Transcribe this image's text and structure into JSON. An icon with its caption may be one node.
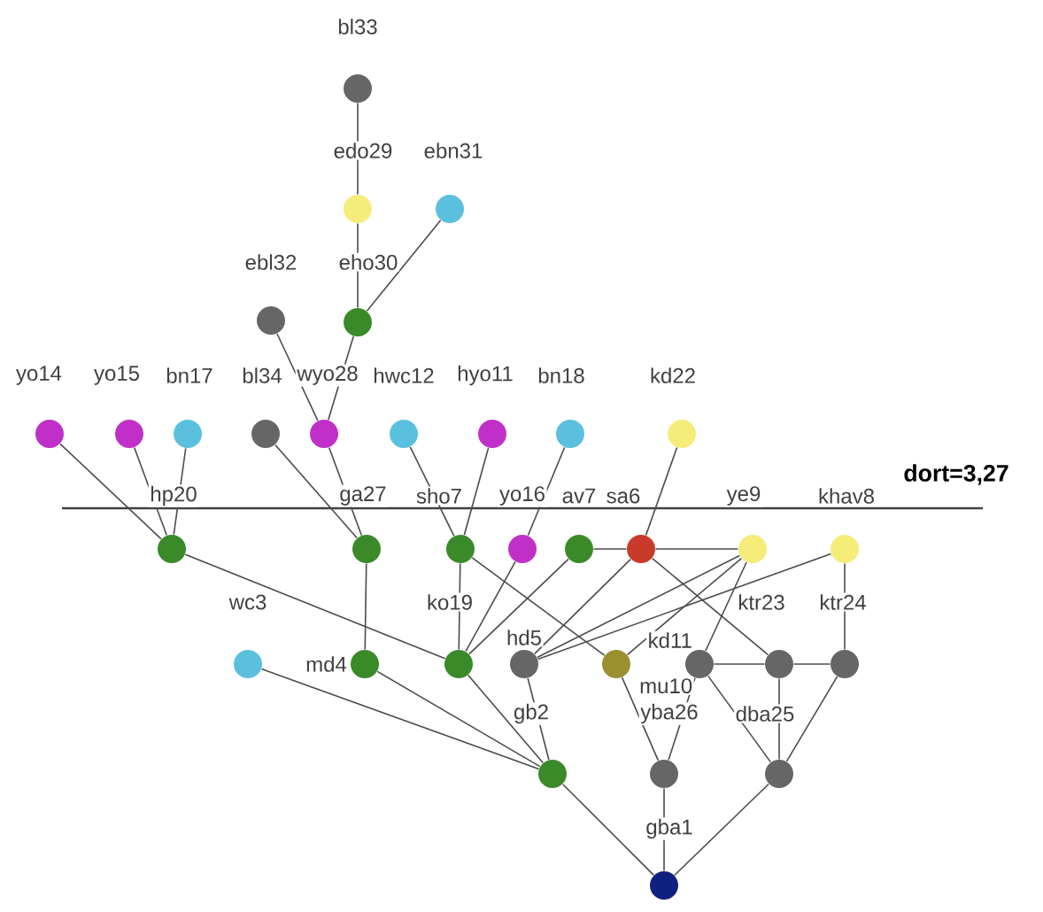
{
  "diagram": {
    "nodes": [
      {
        "text": [
          "bl33"
        ]
      },
      {
        "text": [
          "edo29"
        ]
      },
      {
        "text": [
          "ebn31"
        ]
      },
      {
        "text": [
          "ebl32"
        ]
      },
      {
        "text": [
          "eho30"
        ]
      },
      {
        "text": [
          "yo14"
        ]
      },
      {
        "text": [
          "yo15"
        ]
      },
      {
        "text": [
          "bn17"
        ]
      },
      {
        "text": [
          "bl34"
        ]
      },
      {
        "text": [
          "wyo28"
        ]
      },
      {
        "text": [
          "hwc12"
        ]
      },
      {
        "text": [
          "hyo11"
        ]
      },
      {
        "text": [
          "bn18"
        ]
      },
      {
        "text": [
          "kd22"
        ]
      },
      {
        "text": [
          "hp20"
        ]
      },
      {
        "text": [
          "ga27"
        ]
      },
      {
        "text": [
          "sho7"
        ]
      },
      {
        "text": [
          "yo16"
        ]
      },
      {
        "text": [
          "av7"
        ]
      },
      {
        "text": [
          "sa6"
        ]
      },
      {
        "text": [
          "ye9"
        ]
      },
      {
        "text": [
          "khav8"
        ]
      },
      {
        "text": [
          "wc3"
        ]
      },
      {
        "text": [
          "md4"
        ]
      },
      {
        "text": [
          "ko19"
        ]
      },
      {
        "text": [
          "hd5"
        ]
      },
      {
        "text": [
          "mu10"
        ]
      },
      {
        "text": [
          "kd11"
        ]
      },
      {
        "text": [
          "ktr23"
        ]
      },
      {
        "text": [
          "ktr24"
        ]
      },
      {
        "text": [
          "gb2"
        ]
      },
      {
        "text": [
          "yba26"
        ]
      },
      {
        "text": [
          "dba25"
        ]
      },
      {
        "text": [
          "gba1"
        ]
      }
    ],
    "edges": [
      {
        "from": 0,
        "to": 1,
        "arrow": "none"
      },
      {
        "from": 1,
        "to": 4,
        "arrow": "none"
      },
      {
        "from": 2,
        "to": 4,
        "arrow": "none"
      },
      {
        "from": 4,
        "to": 9,
        "arrow": "none"
      },
      {
        "from": 3,
        "to": 9,
        "arrow": "none"
      },
      {
        "from": 5,
        "to": 14,
        "arrow": "none"
      },
      {
        "from": 6,
        "to": 14,
        "arrow": "none"
      },
      {
        "from": 7,
        "to": 14,
        "arrow": "none"
      },
      {
        "from": 14,
        "to": 24,
        "arrow": "none"
      },
      {
        "from": 8,
        "to": 15,
        "arrow": "none"
      },
      {
        "from": 9,
        "to": 15,
        "arrow": "none"
      },
      {
        "from": 15,
        "to": 23,
        "arrow": "none"
      },
      {
        "from": 10,
        "to": 16,
        "arrow": "none"
      },
      {
        "from": 11,
        "to": 16,
        "arrow": "none"
      },
      {
        "from": 16,
        "to": 24,
        "arrow": "none"
      },
      {
        "from": 16,
        "to": 26,
        "arrow": "none"
      },
      {
        "from": 12,
        "to": 17,
        "arrow": "none"
      },
      {
        "from": 17,
        "to": 24,
        "arrow": "none"
      },
      {
        "from": 18,
        "to": 24,
        "arrow": "none"
      },
      {
        "from": 18,
        "to": 19,
        "arrow": "none"
      },
      {
        "from": 13,
        "to": 19,
        "arrow": "none"
      },
      {
        "from": 19,
        "to": 20,
        "arrow": "none"
      },
      {
        "from": 19,
        "to": 25,
        "arrow": "none"
      },
      {
        "from": 19,
        "to": 28,
        "arrow": "none"
      },
      {
        "from": 20,
        "to": 25,
        "arrow": "none"
      },
      {
        "from": 20,
        "to": 26,
        "arrow": "none"
      },
      {
        "from": 20,
        "to": 27,
        "arrow": "none"
      },
      {
        "from": 21,
        "to": 25,
        "arrow": "none"
      },
      {
        "from": 21,
        "to": 29,
        "arrow": "none"
      },
      {
        "from": 27,
        "to": 28,
        "arrow": "none"
      },
      {
        "from": 28,
        "to": 29,
        "arrow": "none"
      },
      {
        "from": 22,
        "to": 30,
        "arrow": "none"
      },
      {
        "from": 23,
        "to": 30,
        "arrow": "none"
      },
      {
        "from": 24,
        "to": 30,
        "arrow": "none"
      },
      {
        "from": 25,
        "to": 30,
        "arrow": "none"
      },
      {
        "from": 26,
        "to": 31,
        "arrow": "none"
      },
      {
        "from": 27,
        "to": 31,
        "arrow": "none"
      },
      {
        "from": 27,
        "to": 32,
        "arrow": "none"
      },
      {
        "from": 29,
        "to": 32,
        "arrow": "none"
      },
      {
        "from": 28,
        "to": 32,
        "arrow": "none"
      },
      {
        "from": 31,
        "to": 33,
        "arrow": "none"
      },
      {
        "from": 30,
        "to": 33,
        "arrow": "none"
      },
      {
        "from": 32,
        "to": 33,
        "arrow": "none"
      }
    ],
    "labels": [
      "dort=3,27"
    ]
  }
}
